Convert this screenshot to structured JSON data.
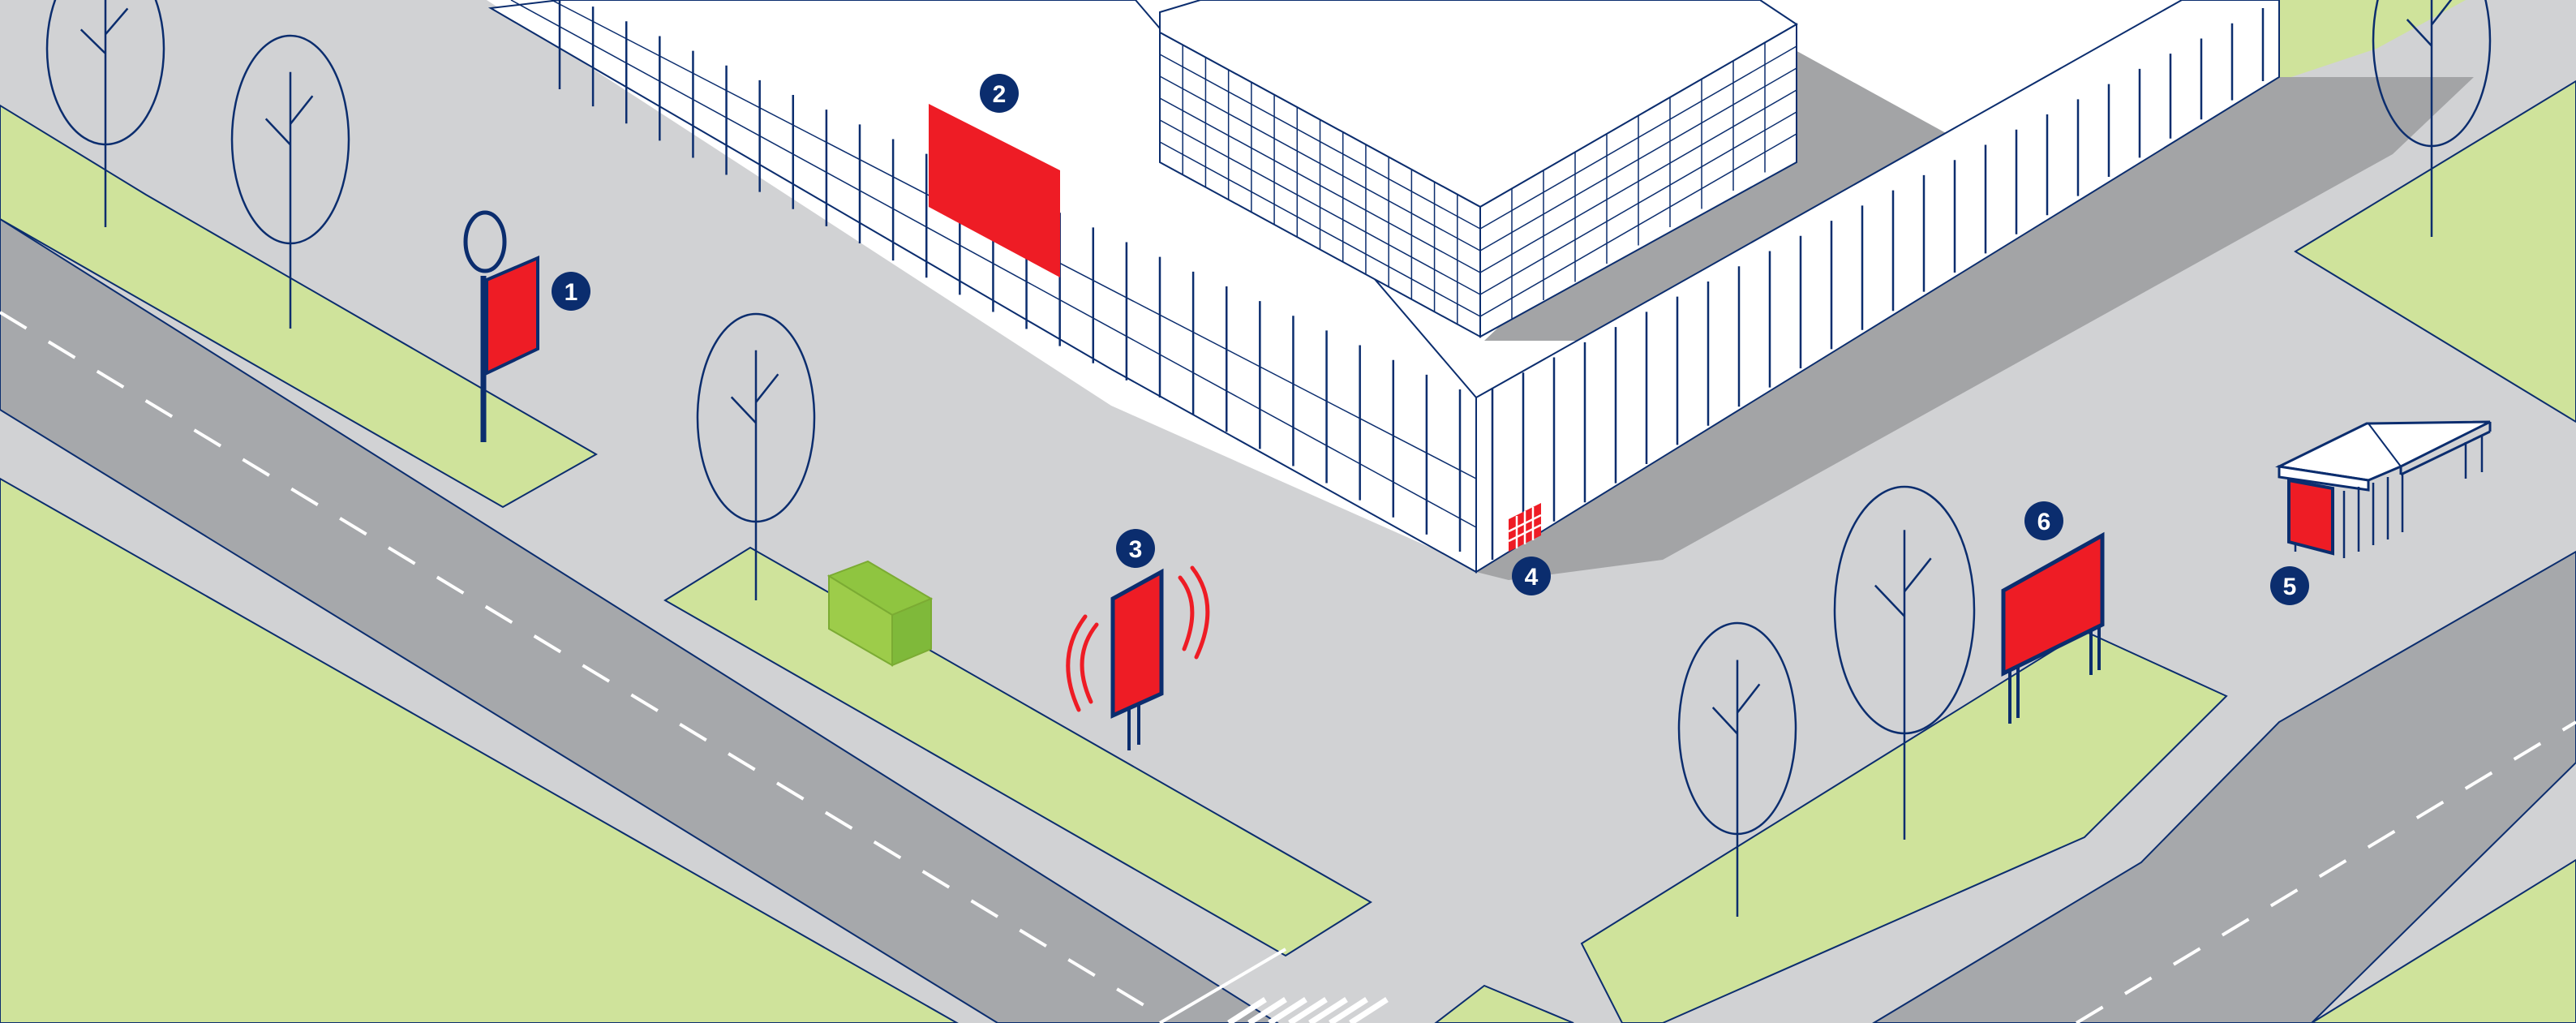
{
  "colors": {
    "navy": "#0b2d6e",
    "accent_red": "#ee1c25",
    "grass": "#cfe39b",
    "pavement": "#d1d2d4",
    "road": "#a6a8ab",
    "road_line": "#ffffff",
    "building": "#ffffff",
    "shadow": "#a3a4a6",
    "utility_box": "#8fc540"
  },
  "markers": [
    {
      "label": "1",
      "feature": "pole-sign"
    },
    {
      "label": "2",
      "feature": "facade-billboard"
    },
    {
      "label": "3",
      "feature": "digital-signage"
    },
    {
      "label": "4",
      "feature": "wall-display"
    },
    {
      "label": "5",
      "feature": "bus-shelter-ad"
    },
    {
      "label": "6",
      "feature": "roadside-billboard"
    }
  ]
}
